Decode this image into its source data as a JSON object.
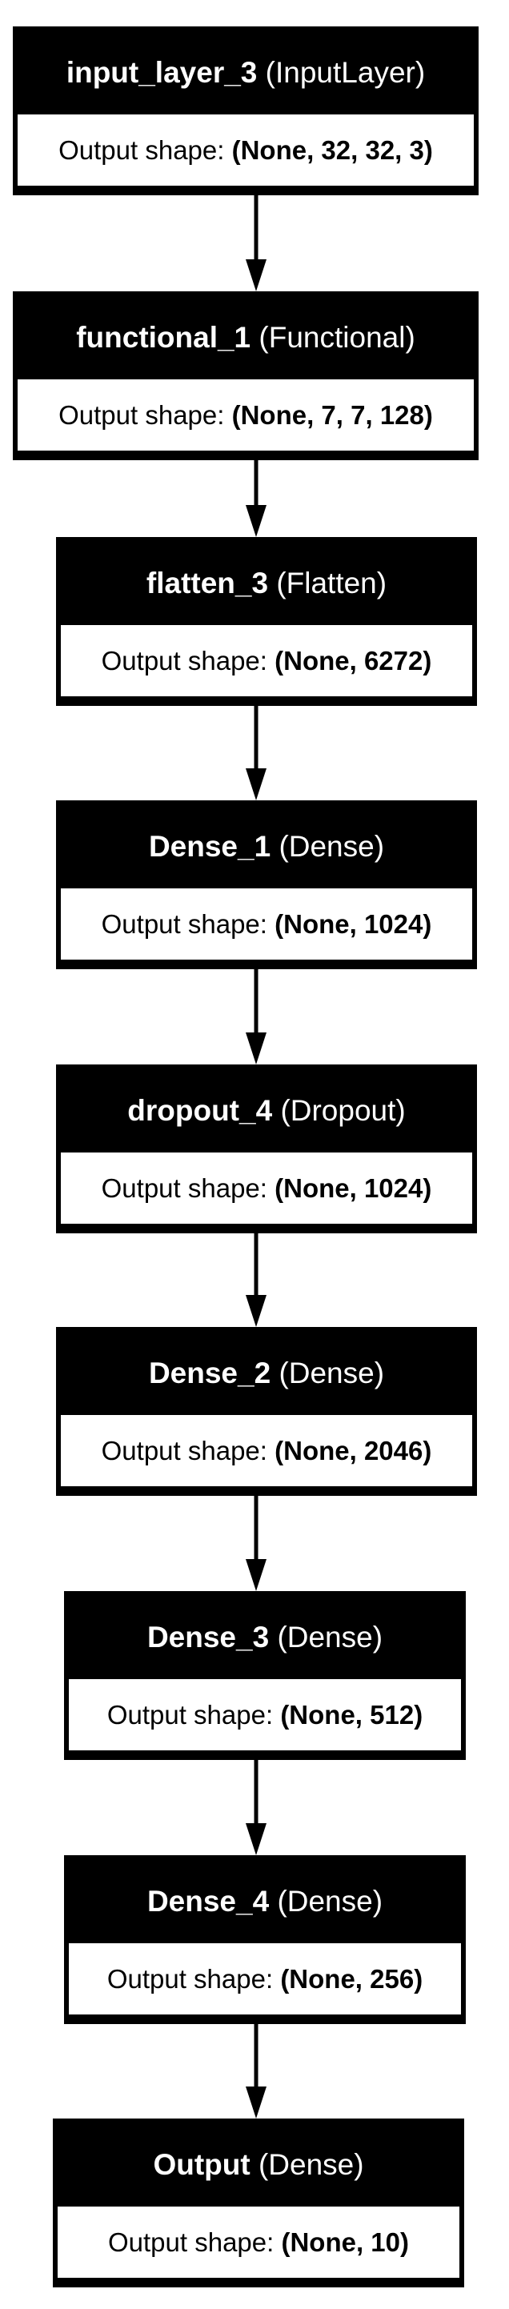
{
  "diagram": {
    "output_label": "Output shape:",
    "layers": [
      {
        "name": "input_layer_3",
        "type": "(InputLayer)",
        "shape": "(None, 32, 32, 3)"
      },
      {
        "name": "functional_1",
        "type": "(Functional)",
        "shape": "(None, 7, 7, 128)"
      },
      {
        "name": "flatten_3",
        "type": "(Flatten)",
        "shape": "(None, 6272)"
      },
      {
        "name": "Dense_1",
        "type": "(Dense)",
        "shape": "(None, 1024)"
      },
      {
        "name": "dropout_4",
        "type": "(Dropout)",
        "shape": "(None, 1024)"
      },
      {
        "name": "Dense_2",
        "type": "(Dense)",
        "shape": "(None, 2046)"
      },
      {
        "name": "Dense_3",
        "type": "(Dense)",
        "shape": "(None, 512)"
      },
      {
        "name": "Dense_4",
        "type": "(Dense)",
        "shape": "(None, 256)"
      },
      {
        "name": "Output",
        "type": "(Dense)",
        "shape": "(None, 10)"
      }
    ]
  }
}
